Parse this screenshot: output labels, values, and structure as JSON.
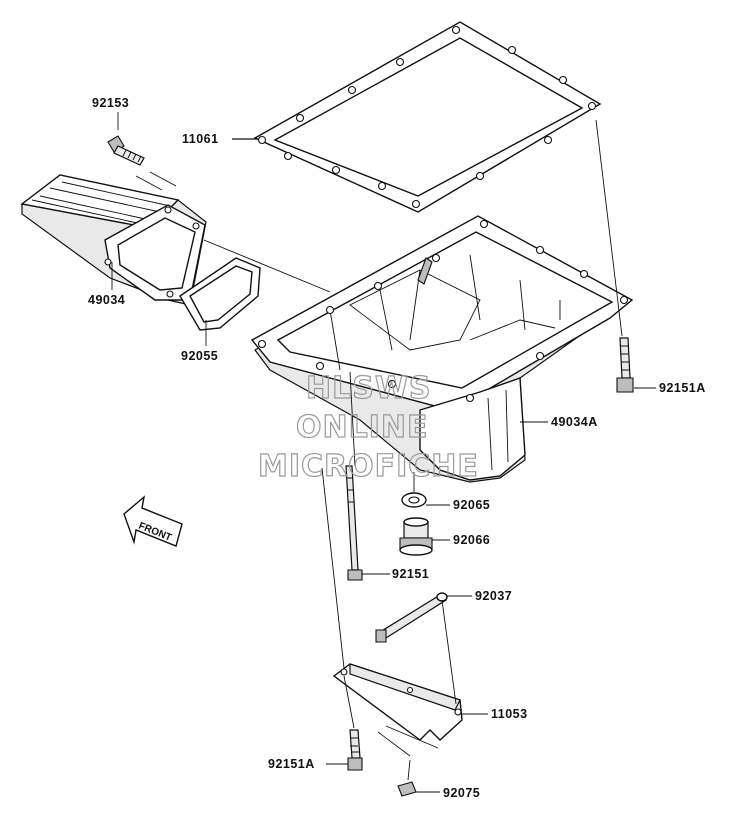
{
  "watermark": {
    "line1": "HLSWS",
    "line2": "ONLINE",
    "line3": "MICROFICHE"
  },
  "front_arrow": {
    "label": "FRONT"
  },
  "callouts": [
    {
      "id": "11061",
      "label": "11061"
    },
    {
      "id": "92153",
      "label": "92153"
    },
    {
      "id": "49034",
      "label": "49034"
    },
    {
      "id": "92055",
      "label": "92055"
    },
    {
      "id": "92151A_top",
      "label": "92151A"
    },
    {
      "id": "49034A",
      "label": "49034A"
    },
    {
      "id": "92065",
      "label": "92065"
    },
    {
      "id": "92066",
      "label": "92066"
    },
    {
      "id": "92151",
      "label": "92151"
    },
    {
      "id": "92037",
      "label": "92037"
    },
    {
      "id": "11053",
      "label": "11053"
    },
    {
      "id": "92151A_bottom",
      "label": "92151A"
    },
    {
      "id": "92075",
      "label": "92075"
    }
  ]
}
